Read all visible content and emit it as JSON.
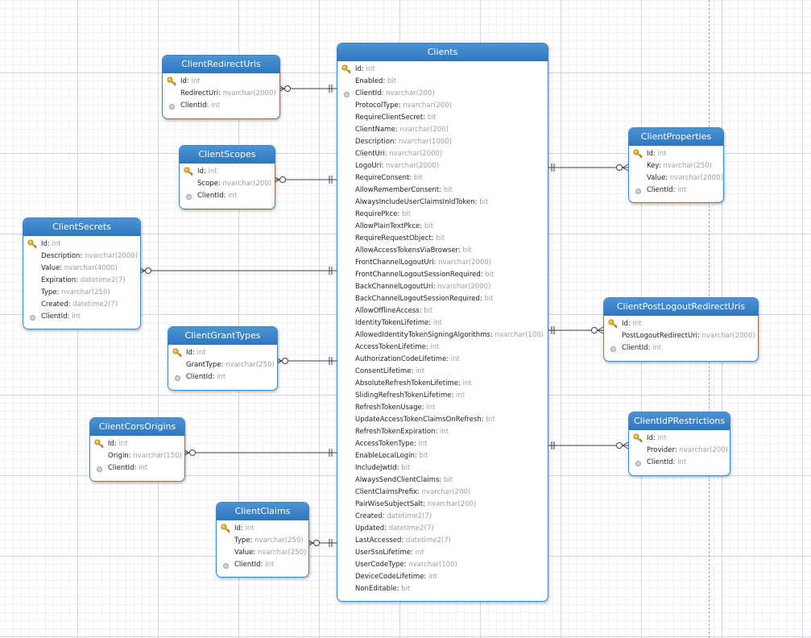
{
  "tables": [
    {
      "name": "Clients",
      "columns": [
        {
          "name": "Id",
          "type": "int",
          "key": "pk"
        },
        {
          "name": "Enabled",
          "type": "bit"
        },
        {
          "name": "ClientId",
          "type": "nvarchar(200)",
          "key": "fk"
        },
        {
          "name": "ProtocolType",
          "type": "nvarchar(200)"
        },
        {
          "name": "RequireClientSecret",
          "type": "bit"
        },
        {
          "name": "ClientName",
          "type": "nvarchar(200)"
        },
        {
          "name": "Description",
          "type": "nvarchar(1000)"
        },
        {
          "name": "ClientUri",
          "type": "nvarchar(2000)"
        },
        {
          "name": "LogoUri",
          "type": "nvarchar(2000)"
        },
        {
          "name": "RequireConsent",
          "type": "bit"
        },
        {
          "name": "AllowRememberConsent",
          "type": "bit"
        },
        {
          "name": "AlwaysIncludeUserClaimsInIdToken",
          "type": "bit"
        },
        {
          "name": "RequirePkce",
          "type": "bit"
        },
        {
          "name": "AllowPlainTextPkce",
          "type": "bit"
        },
        {
          "name": "RequireRequestObject",
          "type": "bit"
        },
        {
          "name": "AllowAccessTokensViaBrowser",
          "type": "bit"
        },
        {
          "name": "FrontChannelLogoutUri",
          "type": "nvarchar(2000)"
        },
        {
          "name": "FrontChannelLogoutSessionRequired",
          "type": "bit"
        },
        {
          "name": "BackChannelLogoutUri",
          "type": "nvarchar(2000)"
        },
        {
          "name": "BackChannelLogoutSessionRequired",
          "type": "bit"
        },
        {
          "name": "AllowOfflineAccess",
          "type": "bit"
        },
        {
          "name": "IdentityTokenLifetime",
          "type": "int"
        },
        {
          "name": "AllowedIdentityTokenSigningAlgorithms",
          "type": "nvarchar(100)"
        },
        {
          "name": "AccessTokenLifetime",
          "type": "int"
        },
        {
          "name": "AuthorizationCodeLifetime",
          "type": "int"
        },
        {
          "name": "ConsentLifetime",
          "type": "int"
        },
        {
          "name": "AbsoluteRefreshTokenLifetime",
          "type": "int"
        },
        {
          "name": "SlidingRefreshTokenLifetime",
          "type": "int"
        },
        {
          "name": "RefreshTokenUsage",
          "type": "int"
        },
        {
          "name": "UpdateAccessTokenClaimsOnRefresh",
          "type": "bit"
        },
        {
          "name": "RefreshTokenExpiration",
          "type": "int"
        },
        {
          "name": "AccessTokenType",
          "type": "int"
        },
        {
          "name": "EnableLocalLogin",
          "type": "bit"
        },
        {
          "name": "IncludeJwtId",
          "type": "bit"
        },
        {
          "name": "AlwaysSendClientClaims",
          "type": "bit"
        },
        {
          "name": "ClientClaimsPrefix",
          "type": "nvarchar(200)"
        },
        {
          "name": "PairWiseSubjectSalt",
          "type": "nvarchar(200)"
        },
        {
          "name": "Created",
          "type": "datetime2(7)"
        },
        {
          "name": "Updated",
          "type": "datetime2(7)"
        },
        {
          "name": "LastAccessed",
          "type": "datetime2(7)"
        },
        {
          "name": "UserSsoLifetime",
          "type": "int"
        },
        {
          "name": "UserCodeType",
          "type": "nvarchar(100)"
        },
        {
          "name": "DeviceCodeLifetime",
          "type": "int"
        },
        {
          "name": "NonEditable",
          "type": "bit"
        }
      ]
    },
    {
      "name": "ClientRedirectUris",
      "columns": [
        {
          "name": "Id",
          "type": "int",
          "key": "pk"
        },
        {
          "name": "RedirectUri",
          "type": "nvarchar(2000)"
        },
        {
          "name": "ClientId",
          "type": "int",
          "key": "fk"
        }
      ]
    },
    {
      "name": "ClientScopes",
      "columns": [
        {
          "name": "Id",
          "type": "int",
          "key": "pk"
        },
        {
          "name": "Scope",
          "type": "nvarchar(200)"
        },
        {
          "name": "ClientId",
          "type": "int",
          "key": "fk"
        }
      ]
    },
    {
      "name": "ClientSecrets",
      "columns": [
        {
          "name": "Id",
          "type": "int",
          "key": "pk"
        },
        {
          "name": "Description",
          "type": "nvarchar(2000)"
        },
        {
          "name": "Value",
          "type": "nvarchar(4000)"
        },
        {
          "name": "Expiration",
          "type": "datetime2(7)"
        },
        {
          "name": "Type",
          "type": "nvarchar(250)"
        },
        {
          "name": "Created",
          "type": "datetime2(7)"
        },
        {
          "name": "ClientId",
          "type": "int",
          "key": "fk"
        }
      ]
    },
    {
      "name": "ClientGrantTypes",
      "columns": [
        {
          "name": "Id",
          "type": "int",
          "key": "pk"
        },
        {
          "name": "GrantType",
          "type": "nvarchar(250)"
        },
        {
          "name": "ClientId",
          "type": "int",
          "key": "fk"
        }
      ]
    },
    {
      "name": "ClientCorsOrigins",
      "columns": [
        {
          "name": "Id",
          "type": "int",
          "key": "pk"
        },
        {
          "name": "Origin",
          "type": "nvarchar(150)"
        },
        {
          "name": "ClientId",
          "type": "int",
          "key": "fk"
        }
      ]
    },
    {
      "name": "ClientClaims",
      "columns": [
        {
          "name": "Id",
          "type": "int",
          "key": "pk"
        },
        {
          "name": "Type",
          "type": "nvarchar(250)"
        },
        {
          "name": "Value",
          "type": "nvarchar(250)"
        },
        {
          "name": "ClientId",
          "type": "int",
          "key": "fk"
        }
      ]
    },
    {
      "name": "ClientProperties",
      "columns": [
        {
          "name": "Id",
          "type": "int",
          "key": "pk"
        },
        {
          "name": "Key",
          "type": "nvarchar(250)"
        },
        {
          "name": "Value",
          "type": "nvarchar(2000)"
        },
        {
          "name": "ClientId",
          "type": "int",
          "key": "fk"
        }
      ]
    },
    {
      "name": "ClientPostLogoutRedirectUris",
      "columns": [
        {
          "name": "Id",
          "type": "int",
          "key": "pk"
        },
        {
          "name": "PostLogoutRedirectUri",
          "type": "nvarchar(2000)"
        },
        {
          "name": "ClientId",
          "type": "int",
          "key": "fk"
        }
      ]
    },
    {
      "name": "ClientIdPRestrictions",
      "columns": [
        {
          "name": "Id",
          "type": "int",
          "key": "pk"
        },
        {
          "name": "Provider",
          "type": "nvarchar(200)"
        },
        {
          "name": "ClientId",
          "type": "int",
          "key": "fk"
        }
      ]
    }
  ],
  "relationships": [
    {
      "from": "ClientRedirectUris",
      "to": "Clients"
    },
    {
      "from": "ClientScopes",
      "to": "Clients"
    },
    {
      "from": "ClientSecrets",
      "to": "Clients"
    },
    {
      "from": "ClientGrantTypes",
      "to": "Clients"
    },
    {
      "from": "ClientCorsOrigins",
      "to": "Clients"
    },
    {
      "from": "ClientClaims",
      "to": "Clients"
    },
    {
      "from": "ClientProperties",
      "to": "Clients"
    },
    {
      "from": "ClientPostLogoutRedirectUris",
      "to": "Clients"
    },
    {
      "from": "ClientIdPRestrictions",
      "to": "Clients"
    }
  ],
  "colors": {
    "header": "#3d85c6",
    "type_text": "#9aa0a8",
    "key_icon": "#e6b422"
  }
}
